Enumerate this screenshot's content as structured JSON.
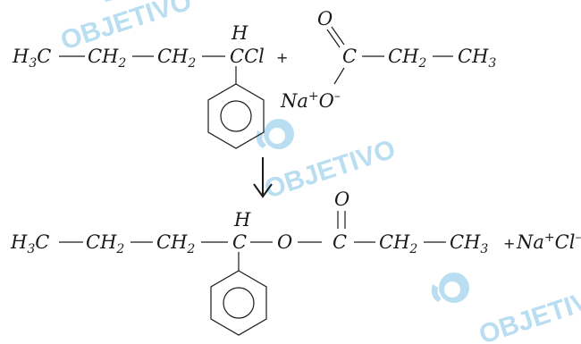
{
  "watermark": {
    "text": "OBJETIVO"
  },
  "reactants": {
    "chain": {
      "h3c": "H",
      "h3c_sub": "3",
      "h3c_c": "C",
      "ch2": "CH",
      "ch2_sub": "2",
      "carbon_h": "H",
      "ccl": "CCl"
    },
    "plus": "+",
    "carboxylate": {
      "oxygen_double": "O",
      "carbon": "C",
      "ch2": "CH",
      "ch2_sub": "2",
      "ch3": "CH",
      "ch3_sub": "3",
      "na": "Na",
      "na_charge": "+",
      "oxygen": "O",
      "oxygen_charge": "–"
    }
  },
  "arrow": "↓",
  "products": {
    "ester": {
      "h3c": "H",
      "h3c_sub": "3",
      "h3c_c": "C",
      "ch2": "CH",
      "ch2_sub": "2",
      "carbon_h": "H",
      "carbon": "C",
      "oxygen": "O",
      "carbonyl_carbon": "C",
      "oxygen_double": "O",
      "ch3": "CH",
      "ch3_sub": "3"
    },
    "plus": "+",
    "salt": {
      "na": "Na",
      "na_charge": "+",
      "cl": "Cl",
      "cl_charge": "–"
    }
  },
  "colors": {
    "ink": "#1a1a1a",
    "watermark": "#b9def1"
  }
}
